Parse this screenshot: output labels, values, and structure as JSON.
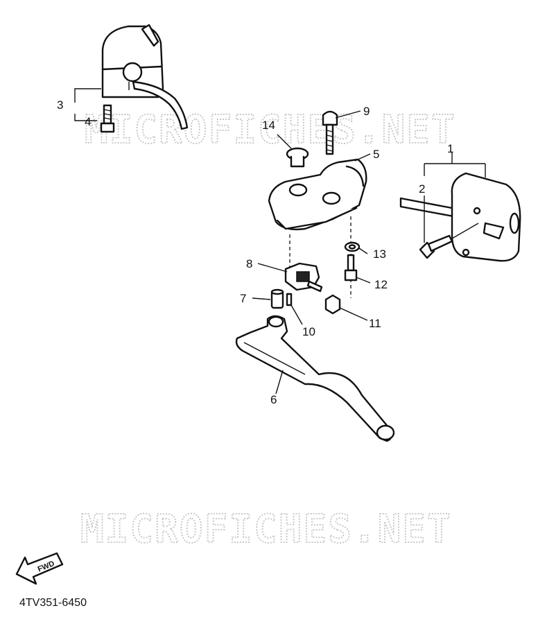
{
  "diagram": {
    "watermark_top": "MICROFICHES.NET",
    "watermark_bottom": "MICROFICHES.NET",
    "part_code": "4TV351-6450",
    "fwd_label": "FWD",
    "callouts": [
      "1",
      "2",
      "3",
      "4",
      "5",
      "6",
      "7",
      "8",
      "9",
      "10",
      "11",
      "12",
      "13",
      "14"
    ]
  }
}
